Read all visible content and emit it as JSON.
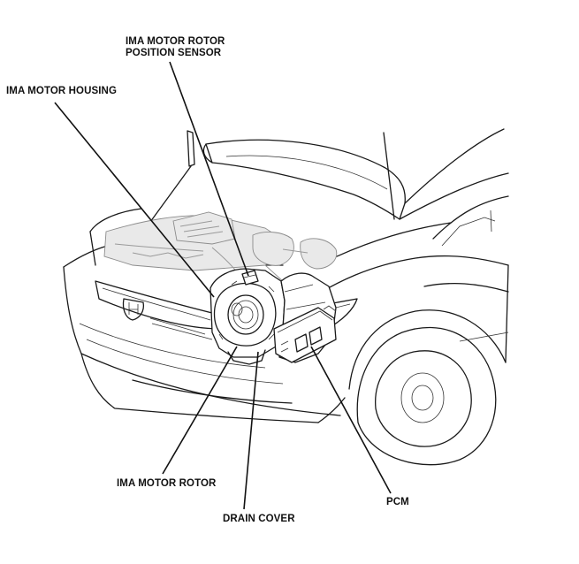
{
  "labels": {
    "rotor_position_sensor_line1": "IMA MOTOR ROTOR",
    "rotor_position_sensor_line2": "POSITION SENSOR",
    "motor_housing": "IMA MOTOR HOUSING",
    "motor_rotor": "IMA MOTOR ROTOR",
    "drain_cover": "DRAIN COVER",
    "pcm": "PCM"
  },
  "colors": {
    "line": "#111111",
    "ghost_engine": "#9a9a9a",
    "background": "#ffffff"
  }
}
